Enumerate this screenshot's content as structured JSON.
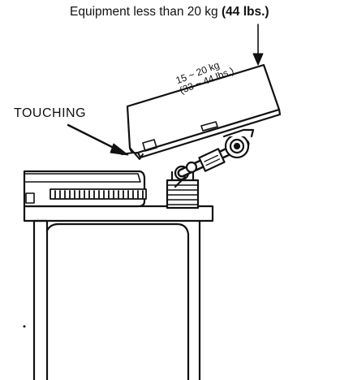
{
  "labels": {
    "equipment_text": "Equipment less than 20 kg",
    "equipment_lbs": "(44 lbs.)",
    "touching": "TOUCHING",
    "weight_kg": "15 ~ 20 kg",
    "weight_lbs": "(33 ~ 44 lbs.)"
  }
}
